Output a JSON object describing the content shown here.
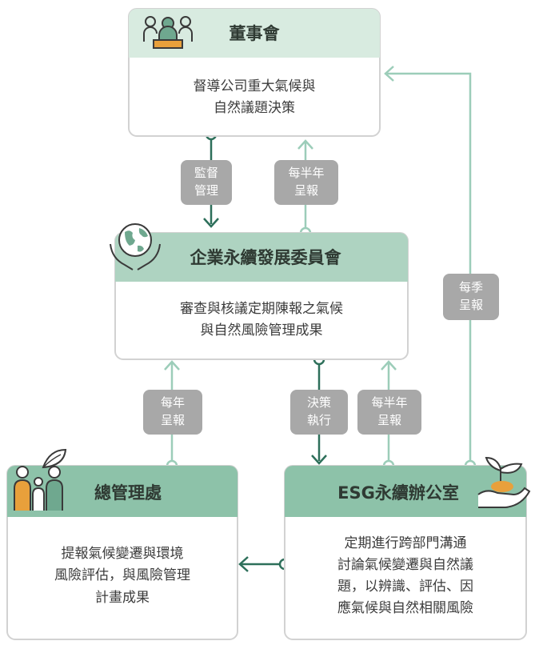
{
  "colors": {
    "board_header": "#d8ebe0",
    "committee_header": "#aed3c1",
    "unit_header": "#8dc2a9",
    "border": "#d2d2d2",
    "line": "#2d6f5a",
    "line_light": "#9ccdb9",
    "tag": "#a8a8a8"
  },
  "board": {
    "icon": "meeting-people-icon",
    "title": "董事會",
    "desc": "督導公司重大氣候與\n自然議題決策"
  },
  "committee": {
    "icon": "globe-hands-icon",
    "title": "企業永續發展委員會",
    "desc": "審查與核議定期陳報之氣候\n與自然風險管理成果"
  },
  "admin": {
    "icon": "family-leaf-icon",
    "title": "總管理處",
    "desc": "提報氣候變遷與環境\n風險評估，與風險管理\n計畫成果"
  },
  "esg": {
    "icon": "hand-sprout-icon",
    "title": "ESG永續辦公室",
    "desc": "定期進行跨部門溝通\n討論氣候變遷與自然議\n題，以辨識、評估、因\n應氣候與自然相關風險"
  },
  "tags": {
    "supervise": "監督\n管理",
    "board_semiannual": "每半年\n呈報",
    "quarterly": "每季\n呈報",
    "admin_annual": "每年\n呈報",
    "decision": "決策\n執行",
    "esg_semiannual": "每半年\n呈報"
  }
}
